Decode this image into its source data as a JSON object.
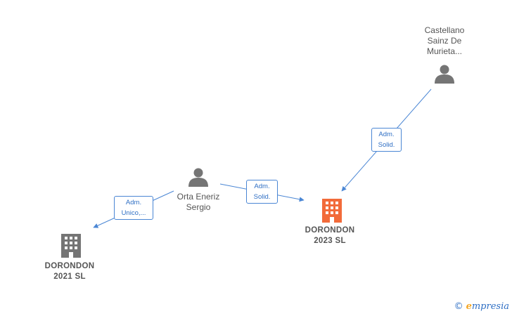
{
  "nodes": {
    "castellano": {
      "lines": [
        "Castellano",
        "Sainz De",
        "Murieta..."
      ]
    },
    "orta": {
      "lines": [
        "Orta Eneriz",
        "Sergio"
      ]
    },
    "dorondon2023": {
      "lines": [
        "DORONDON",
        "2023  SL"
      ]
    },
    "dorondon2021": {
      "lines": [
        "DORONDON",
        "2021  SL"
      ]
    }
  },
  "edges": {
    "castellano_to_2023": [
      "Adm.",
      "Solid."
    ],
    "orta_to_2023": [
      "Adm.",
      "Solid."
    ],
    "orta_to_2021": [
      "Adm.",
      "Unico,..."
    ]
  },
  "watermark": {
    "symbol": "©",
    "brand_initial": "e",
    "brand_rest": "mpresia"
  },
  "colors": {
    "person_icon": "#757575",
    "company_icon": "#757575",
    "company_icon_highlight": "#f26b3a",
    "edge": "#4a86d4"
  }
}
